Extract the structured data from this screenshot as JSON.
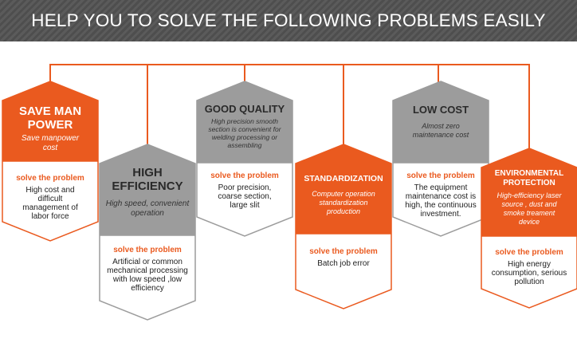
{
  "title": "HELP YOU TO SOLVE THE FOLLOWING PROBLEMS EASILY",
  "colors": {
    "accent": "#ea5a1f",
    "orange_fill": "#ea5a1f",
    "gray_fill": "#9c9c9c",
    "connector": "#ea5a1f",
    "banner": "#555555"
  },
  "cards": [
    {
      "heading": "SAVE MAN\nPOWER",
      "description": "Save manpower cost",
      "problem_label": "solve the problem",
      "problem": "High cost and difficult management of labor force",
      "style": "orange"
    },
    {
      "heading": "HIGH EFFICIENCY",
      "description": "High speed, convenient operation",
      "problem_label": "solve the problem",
      "problem": "Artificial or common mechanical processing with low speed ,low efficiency",
      "style": "gray"
    },
    {
      "heading": "GOOD QUALITY",
      "description": "High precision smooth section is convenient for welding processing or assembling",
      "problem_label": "solve the problem",
      "problem": "Poor precision, coarse section, large slit",
      "style": "gray"
    },
    {
      "heading": "STANDARDIZATION",
      "description": "Computer operation standardization production",
      "problem_label": "solve the problem",
      "problem": "Batch job error",
      "style": "orange"
    },
    {
      "heading": "LOW COST",
      "description": "Almost zero maintenance cost",
      "problem_label": "solve the problem",
      "problem": "The equipment maintenance cost is high, the continuous investment.",
      "style": "gray"
    },
    {
      "heading": "ENVIRONMENTAL PROTECTION",
      "description": "High-efficiency laser source , dust and smoke treament device",
      "problem_label": "solve the problem",
      "problem": "High energy consumption, serious pollution",
      "style": "orange"
    }
  ]
}
